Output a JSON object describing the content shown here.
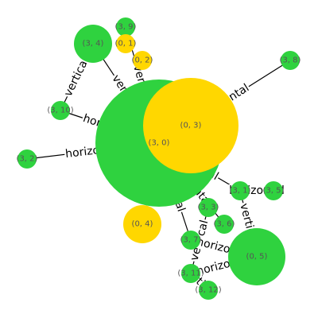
{
  "colors": {
    "green": "#2fd23f",
    "yellow": "#ffd700",
    "edge": "#000000"
  },
  "nodes": [
    {
      "id": "n30",
      "label": "(3, 0)",
      "color": "green"
    },
    {
      "id": "n03",
      "label": "(0, 3)",
      "color": "yellow"
    },
    {
      "id": "n34",
      "label": "(3, 4)",
      "color": "green"
    },
    {
      "id": "n39",
      "label": "(3, 9)",
      "color": "green"
    },
    {
      "id": "n01",
      "label": "(0, 1)",
      "color": "yellow"
    },
    {
      "id": "n02",
      "label": "(0, 2)",
      "color": "yellow"
    },
    {
      "id": "n38",
      "label": "(3, 8)",
      "color": "green"
    },
    {
      "id": "n310",
      "label": "(3, 10)",
      "color": "green"
    },
    {
      "id": "n32",
      "label": "(3, 2)",
      "color": "green"
    },
    {
      "id": "n04",
      "label": "(0, 4)",
      "color": "yellow"
    },
    {
      "id": "n31",
      "label": "(3, 1)",
      "color": "green"
    },
    {
      "id": "n35",
      "label": "(3, 5)",
      "color": "green"
    },
    {
      "id": "n33",
      "label": "(3, 3)",
      "color": "green"
    },
    {
      "id": "n36",
      "label": "(3, 6)",
      "color": "green"
    },
    {
      "id": "n37",
      "label": "(3, 7)",
      "color": "green"
    },
    {
      "id": "n05",
      "label": "(0, 5)",
      "color": "green"
    },
    {
      "id": "n311",
      "label": "(3, 11)",
      "color": "green"
    },
    {
      "id": "n312",
      "label": "(3, 12)",
      "color": "green"
    }
  ],
  "edges": [
    {
      "from": "n30",
      "to": "n38",
      "label": "horizontal"
    },
    {
      "from": "n34",
      "to": "n310",
      "label": "vertical"
    },
    {
      "from": "n34",
      "to": "n30",
      "label": "vertical"
    },
    {
      "from": "n39",
      "to": "n30",
      "label": "vertical"
    },
    {
      "from": "n310",
      "to": "n30",
      "label": "horizontal"
    },
    {
      "from": "n32",
      "to": "n30",
      "label": "horizontal"
    },
    {
      "from": "n30",
      "to": "n31",
      "label": "vertical"
    },
    {
      "from": "n30",
      "to": "n37",
      "label": "vertical"
    },
    {
      "from": "n30",
      "to": "n36",
      "label": "horizontal"
    },
    {
      "from": "n31",
      "to": "n35",
      "label": "horizontal"
    },
    {
      "from": "n31",
      "to": "n05",
      "label": "vertical"
    },
    {
      "from": "n33",
      "to": "n311",
      "label": "vertical"
    },
    {
      "from": "n37",
      "to": "n05",
      "label": "horizontal"
    },
    {
      "from": "n311",
      "to": "n05",
      "label": "horizontal"
    },
    {
      "from": "n311",
      "to": "n312",
      "label": "vertical"
    }
  ]
}
